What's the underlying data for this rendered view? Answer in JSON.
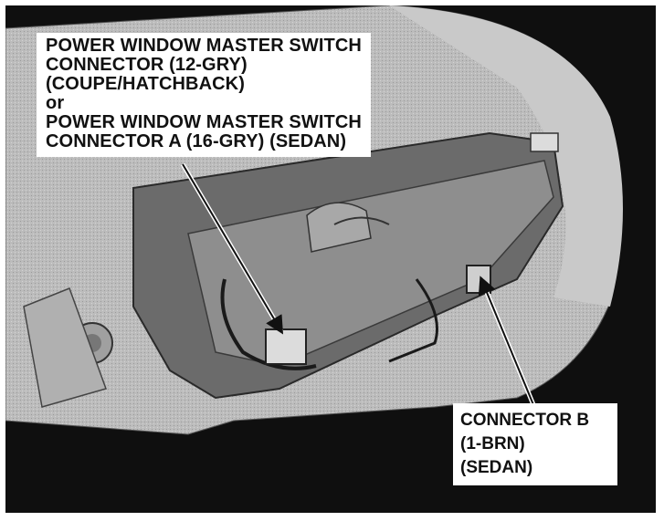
{
  "callout_a": {
    "lines": [
      "POWER WINDOW MASTER SWITCH",
      "CONNECTOR (12-GRY)",
      "(COUPE/HATCHBACK)",
      "or",
      "POWER WINDOW MASTER SWITCH",
      "CONNECTOR A (16-GRY) (SEDAN)"
    ]
  },
  "callout_b": {
    "lines": [
      "CONNECTOR B",
      "(1-BRN)",
      "(SEDAN)"
    ]
  },
  "colors": {
    "background": "#0f0f0f",
    "panel": "#bdbdbd",
    "text": "#111111"
  }
}
